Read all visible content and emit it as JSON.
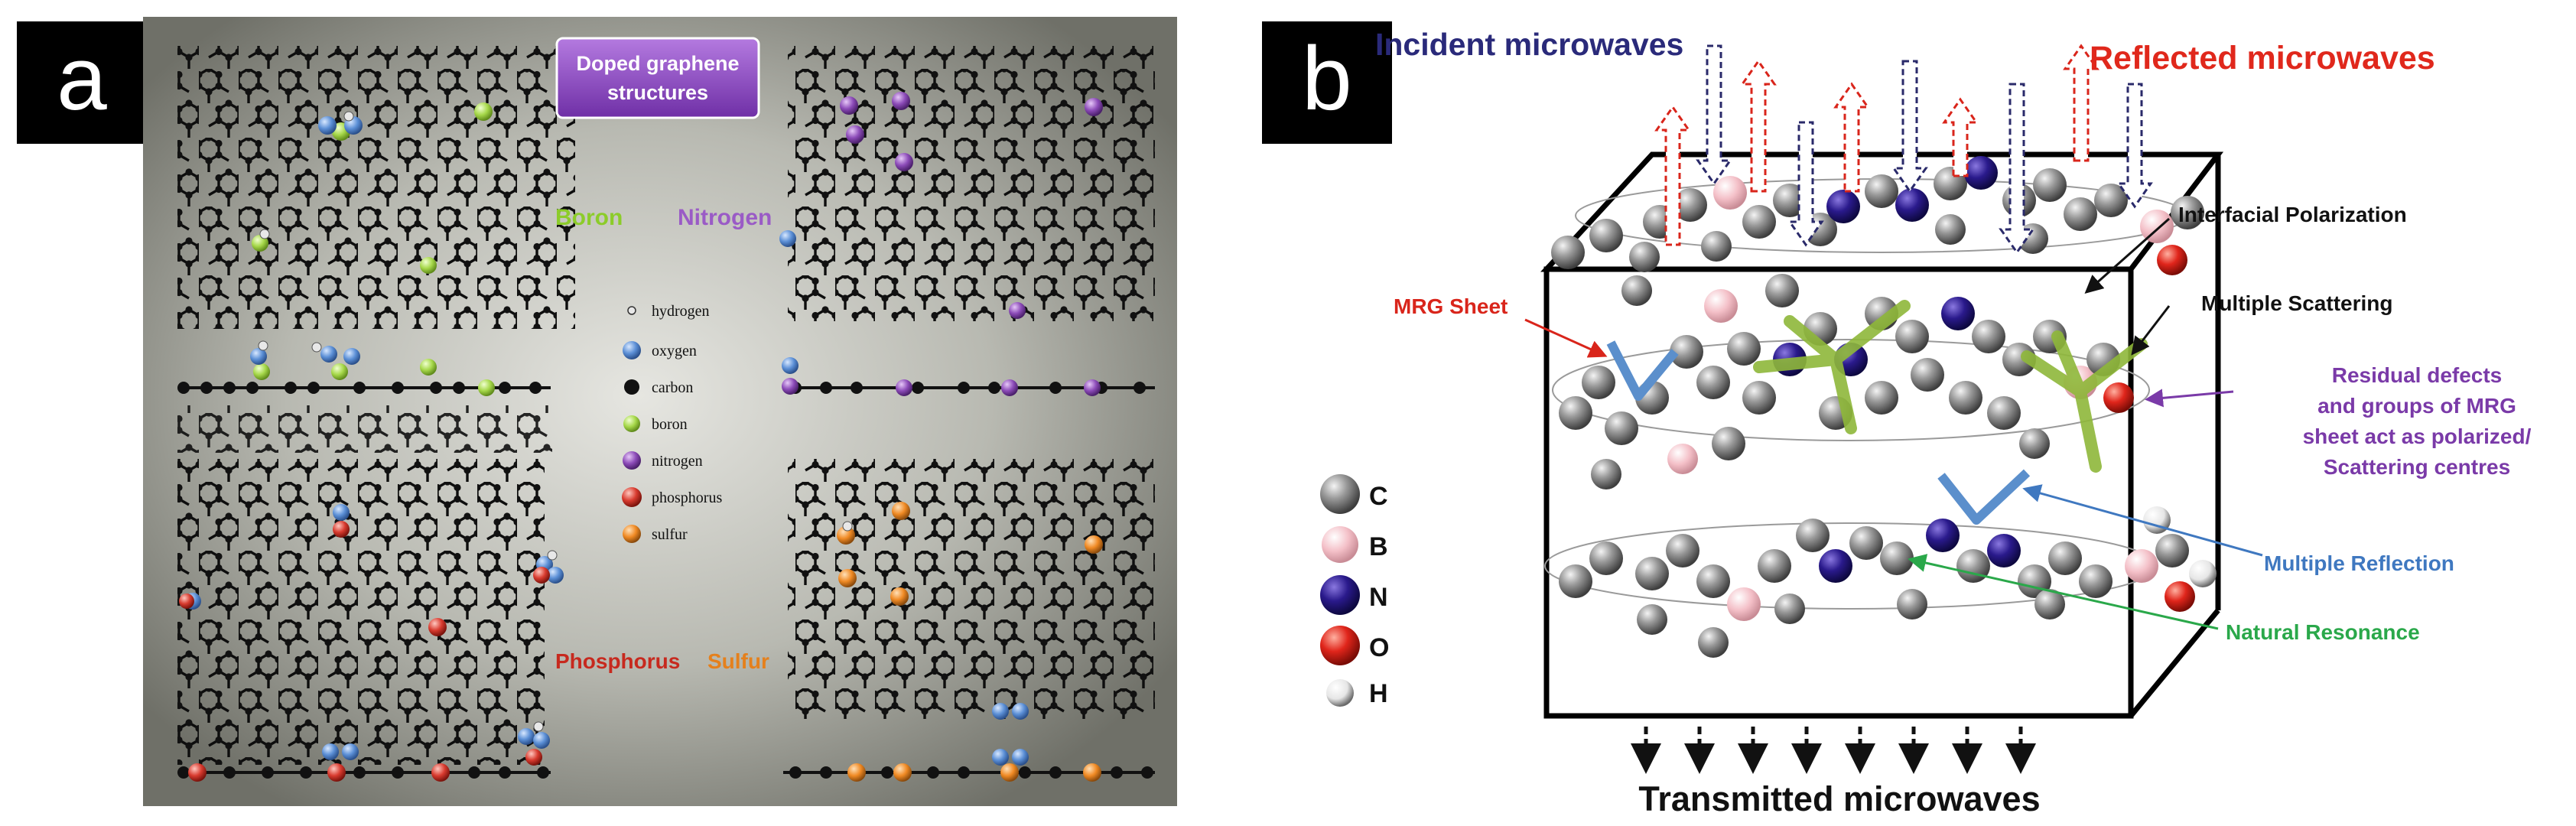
{
  "panel_a": {
    "tag": "a",
    "title_line1": "Doped graphene",
    "title_line2": "structures",
    "dopant_labels": {
      "boron": "Boron",
      "nitrogen": "Nitrogen",
      "phosphorus": "Phosphorus",
      "sulfur": "Sulfur"
    },
    "legend": [
      {
        "label": "hydrogen",
        "color": "#cfcfcf"
      },
      {
        "label": "oxygen",
        "color": "#5b8fd6"
      },
      {
        "label": "carbon",
        "color": "#111111"
      },
      {
        "label": "boron",
        "color": "#a6d84a"
      },
      {
        "label": "nitrogen",
        "color": "#8c4bb8"
      },
      {
        "label": "phosphorus",
        "color": "#d83b2f"
      },
      {
        "label": "sulfur",
        "color": "#f08a24"
      }
    ]
  },
  "panel_b": {
    "tag": "b",
    "incident": "Incident microwaves",
    "reflected": "Reflected microwaves",
    "transmitted": "Transmitted microwaves",
    "interfacial": "Interfacial Polarization",
    "multiple_scattering": "Multiple Scattering",
    "mrg_sheet": "MRG Sheet",
    "residual_line1": "Residual defects",
    "residual_line2": "and groups of MRG",
    "residual_line3": "sheet act as polarized/",
    "residual_line4": "Scattering centres",
    "multiple_reflection": "Multiple Reflection",
    "natural_resonance": "Natural Resonance",
    "legend": [
      {
        "label": "C",
        "color": "#8f8f8f"
      },
      {
        "label": "B",
        "color": "#f2b8c0"
      },
      {
        "label": "N",
        "color": "#2a1a8c"
      },
      {
        "label": "O",
        "color": "#e0251b"
      },
      {
        "label": "H",
        "color": "#f2f2f2"
      }
    ]
  }
}
